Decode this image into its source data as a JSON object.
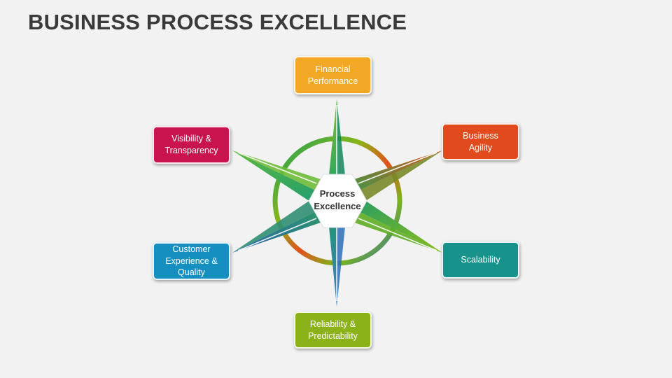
{
  "title": "BUSINESS PROCESS EXCELLENCE",
  "center": {
    "label_line1": "Process",
    "label_line2": "Excellence"
  },
  "boxes": {
    "financial": {
      "line1": "Financial",
      "line2": "Performance",
      "color": "#f2a824"
    },
    "business": {
      "line1": "Business",
      "line2": "Agility",
      "color": "#e04a1c"
    },
    "scalability": {
      "line1": "Scalability",
      "color": "#17938c"
    },
    "reliability": {
      "line1": "Reliability &",
      "line2": "Predictability",
      "color": "#8bb219"
    },
    "customer": {
      "line1": "Customer",
      "line2": "Experience &",
      "line3": "Quality",
      "color": "#158fbf"
    },
    "visibility": {
      "line1": "Visibility &",
      "line2": "Transparency",
      "color": "#c8134f"
    }
  }
}
